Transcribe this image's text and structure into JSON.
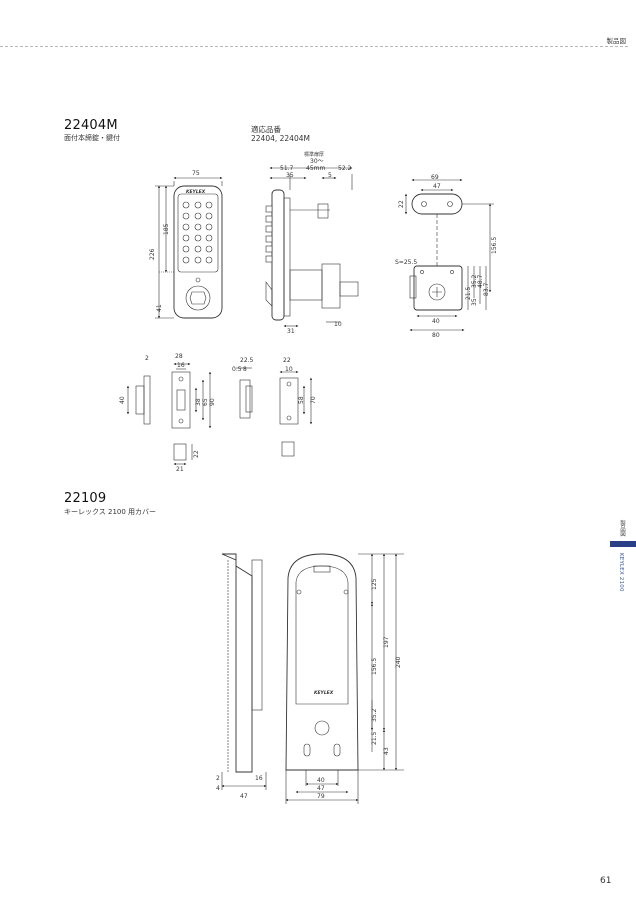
{
  "header": {
    "section_label": "製品図"
  },
  "product1": {
    "model": "22404M",
    "description": "面付本締錠・鍵付",
    "compat_title": "適応品番",
    "compat_list": "22404, 22404M",
    "logo": "KEYLEX",
    "dims": {
      "front_width": "75",
      "front_keypad_height": "185",
      "front_total_height": "226",
      "front_bottom": "41",
      "side_door_thickness_label": "標準扉厚",
      "side_door_range": "30〜",
      "side_door_max": "45mm",
      "side_51_7": "51.7",
      "side_52_2": "52.2",
      "side_35": "35",
      "side_5": "5",
      "side_31": "31",
      "side_10": "10",
      "top_69": "69",
      "top_47": "47",
      "top_22": "22",
      "top_156_5": "156.5",
      "back_s": "S=25.5",
      "back_21_5": "21.5",
      "back_35_2": "35.2",
      "back_35": "35",
      "back_48_7": "48.7",
      "back_83_7": "83.7",
      "back_40": "40",
      "back_80": "80",
      "strike_2": "2",
      "strike_28": "28",
      "strike_16": "16",
      "strike_40": "40",
      "strike_38": "38",
      "strike_65": "65",
      "strike_90": "90",
      "plate_22_5": "22.5",
      "plate_0_5": "0.5",
      "plate_8": "8",
      "plate_22": "22",
      "plate_10": "10",
      "plate_58": "58",
      "plate_70": "70",
      "box_21": "21",
      "box_22": "22"
    }
  },
  "product2": {
    "model": "22109",
    "description": "キーレックス 2100 用カバー",
    "logo": "KEYLEX",
    "dims": {
      "side_2": "2",
      "side_4": "4",
      "side_16": "16",
      "side_47": "47",
      "front_125": "125",
      "front_156_5": "156.5",
      "front_197": "197",
      "front_240": "240",
      "front_35_2": "35.2",
      "front_21_5": "21.5",
      "front_43": "43",
      "front_40": "40",
      "front_47": "47",
      "front_79": "79"
    }
  },
  "sidebar": {
    "category": "製品図",
    "product": "KEYLEX 2100"
  },
  "page_number": "61"
}
